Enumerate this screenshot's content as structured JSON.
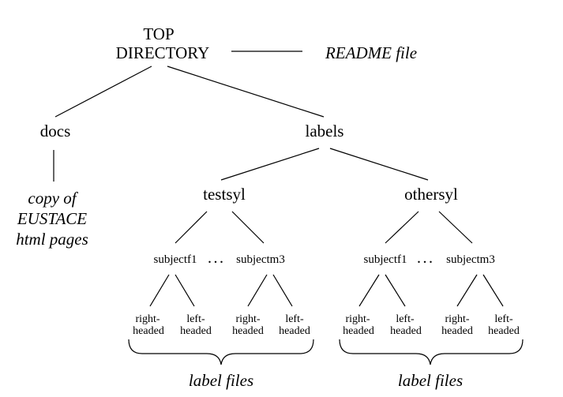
{
  "nodes": {
    "top_line1": "TOP",
    "top_line2": "DIRECTORY",
    "readme": "README file",
    "docs": "docs",
    "labels": "labels",
    "copy_line1": "copy of",
    "copy_line2": "EUSTACE",
    "copy_line3": "html pages",
    "testsyl": "testsyl",
    "othersyl": "othersyl",
    "subject_first": "subjectf1",
    "subject_last": "subjectm3",
    "ellipsis": ". . .",
    "right_line1": "right-",
    "left_line1": "left-",
    "headed": "headed",
    "label_files": "label files"
  }
}
